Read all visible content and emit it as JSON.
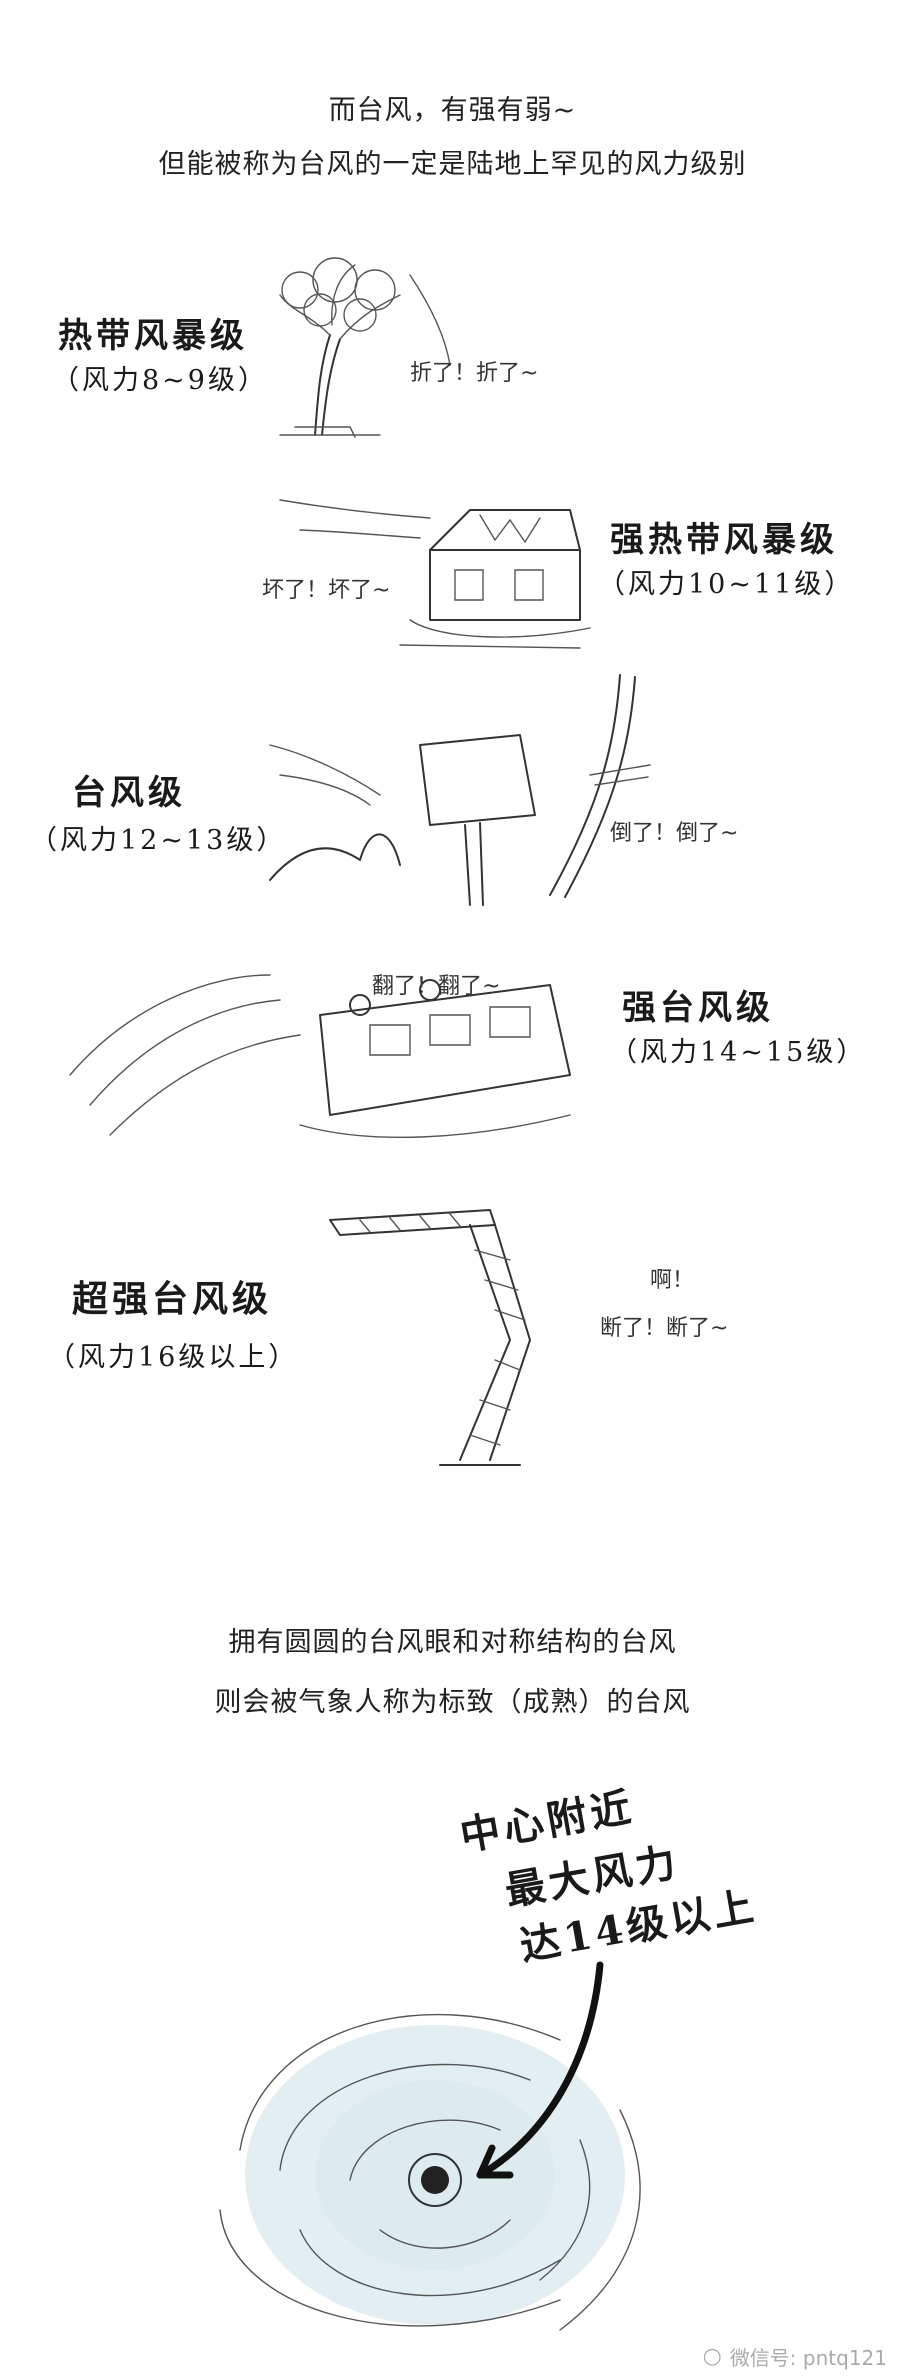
{
  "intro": {
    "line1": "而台风，有强有弱~",
    "line2": "但能被称为台风的一定是陆地上罕见的风力级别"
  },
  "levels": [
    {
      "name": "热带风暴级",
      "range": "（风力8~9级）",
      "sound": "折了！折了~"
    },
    {
      "name": "强热带风暴级",
      "range": "（风力10~11级）",
      "sound": "坏了！坏了~"
    },
    {
      "name": "台风级",
      "range": "（风力12~13级）",
      "sound": "倒了！倒了~"
    },
    {
      "name": "强台风级",
      "range": "（风力14~15级）",
      "sound": "翻了！翻了~"
    },
    {
      "name": "超强台风级",
      "range": "（风力16级以上）",
      "sound_a": "啊！",
      "sound_b": "断了！断了~"
    }
  ],
  "structure": {
    "line1": "拥有圆圆的台风眼和对称结构的台风",
    "line2": "则会被气象人称为标致（成熟）的台风"
  },
  "typhoon_label": [
    "中心附近",
    "最大风力",
    "达14级以上"
  ],
  "watermark": "微信号: pntq121",
  "colors": {
    "typhoon_fill": "#cfe2e8",
    "ink": "#222222"
  }
}
